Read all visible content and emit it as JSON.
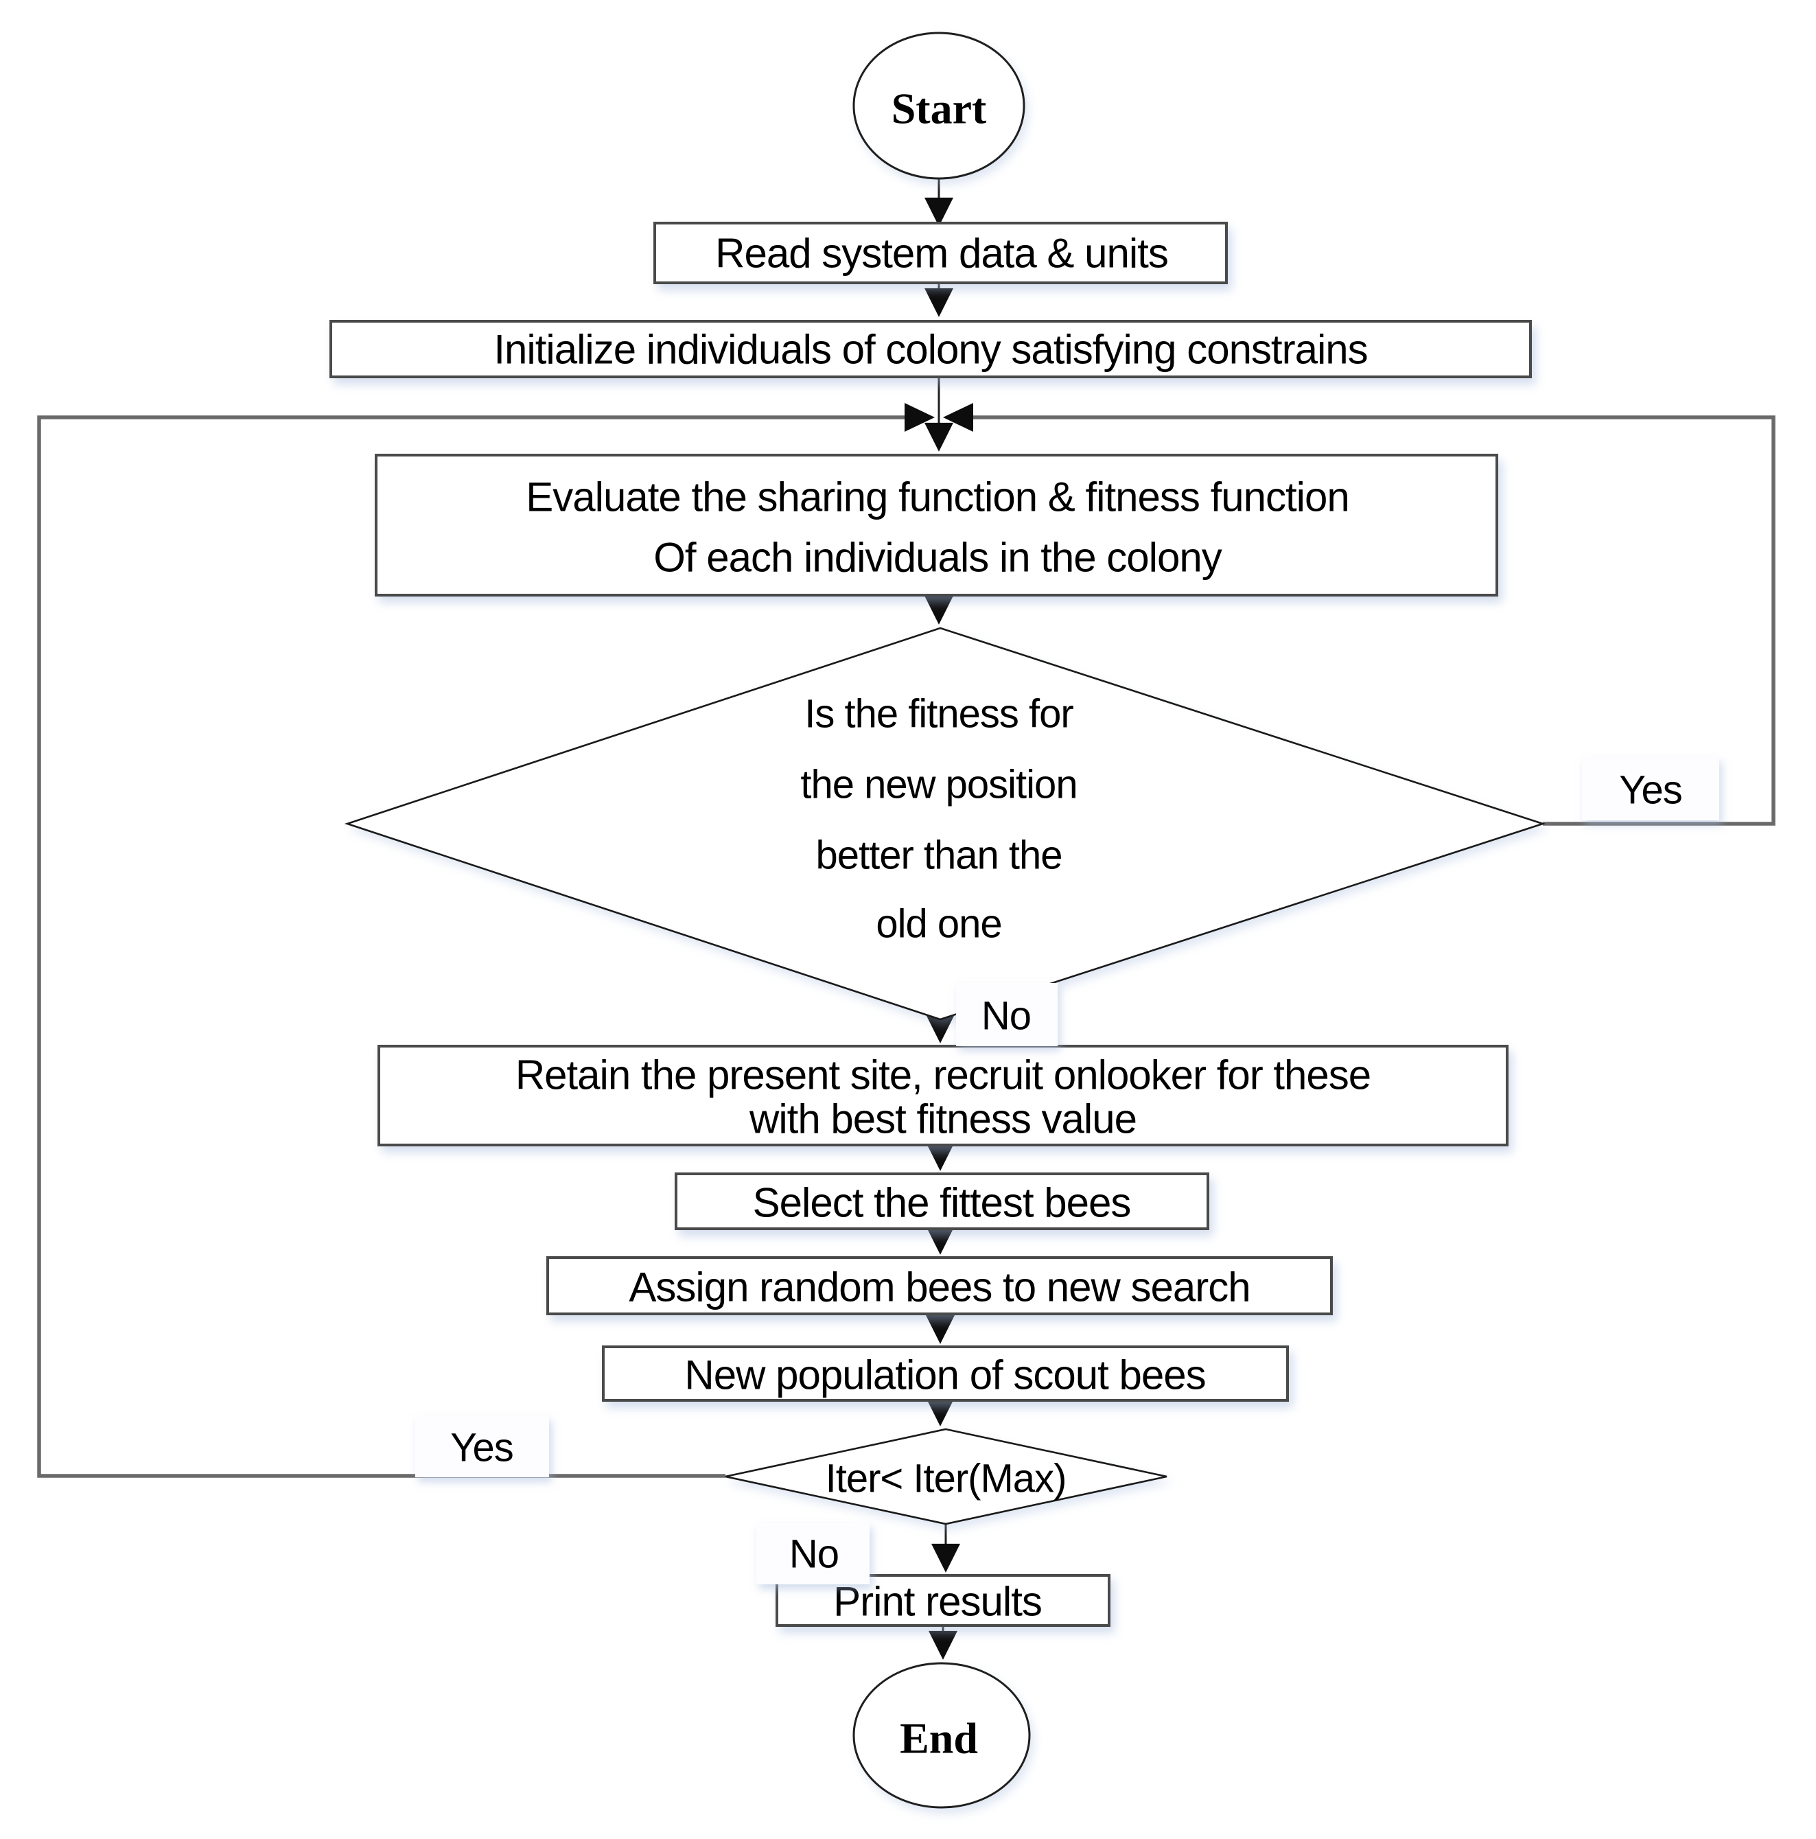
{
  "diagram": {
    "type": "flowchart",
    "colors": {
      "background": "#ffffff",
      "line": "#1f1f1f",
      "loop_line": "#6a6a6a",
      "box_border": "#4a4a4a",
      "text": "#000000"
    },
    "nodes": {
      "start": {
        "label": "Start",
        "shape": "ellipse"
      },
      "read": {
        "label": "Read system data & units",
        "shape": "rect"
      },
      "init": {
        "label": "Initialize individuals of colony satisfying constrains",
        "shape": "rect"
      },
      "evaluate": {
        "shape": "rect",
        "lines": [
          "Evaluate the sharing function & fitness function",
          "Of each individuals in the colony"
        ]
      },
      "fitness_decision": {
        "shape": "diamond",
        "lines": [
          "Is the fitness for",
          "the new position",
          "better than the",
          "old one"
        ]
      },
      "retain": {
        "shape": "rect",
        "lines": [
          "Retain the present site, recruit onlooker for these",
          "with best fitness value"
        ]
      },
      "select": {
        "label": "Select the fittest bees",
        "shape": "rect"
      },
      "assign": {
        "label": "Assign random bees to new search",
        "shape": "rect"
      },
      "newpop": {
        "label": "New population of scout bees",
        "shape": "rect"
      },
      "iter_decision": {
        "label": "Iter< Iter(Max)",
        "shape": "diamond"
      },
      "print": {
        "label": "Print results",
        "shape": "rect"
      },
      "end": {
        "label": "End",
        "shape": "ellipse"
      }
    },
    "edges": {
      "fitness_yes_label": "Yes",
      "fitness_no_label": "No",
      "iter_yes_label": "Yes",
      "iter_no_label": "No"
    }
  }
}
